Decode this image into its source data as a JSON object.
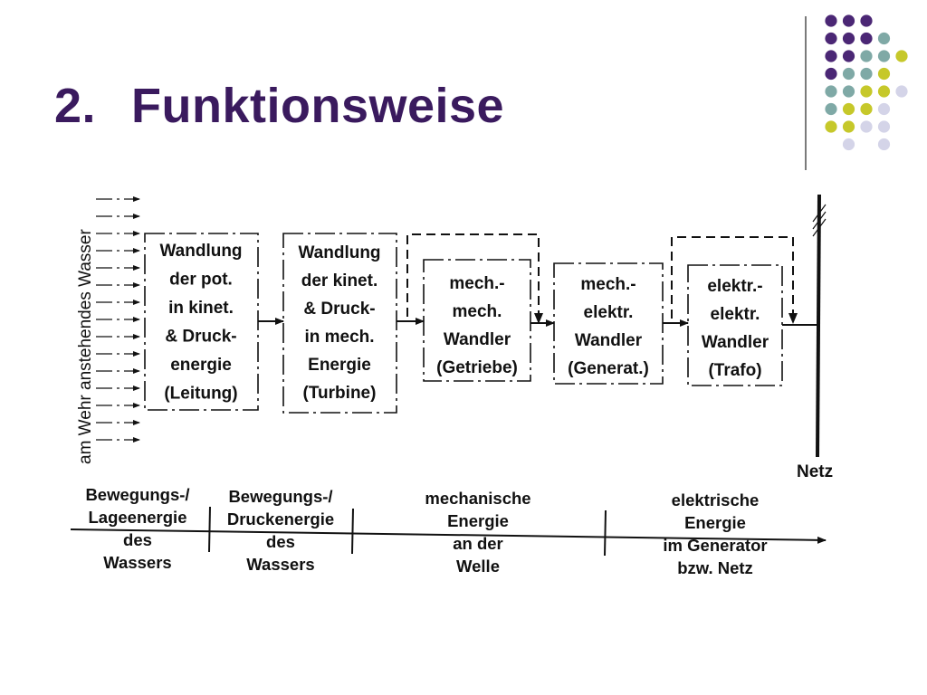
{
  "title": {
    "number": "2.",
    "text": "Funktionsweise"
  },
  "colors": {
    "title": "#3a1a5e",
    "purple": "#4b2775",
    "teal": "#7fa9a6",
    "olive": "#c6c82a",
    "lavender": "#d4d4e8"
  },
  "decor_dots": [
    [
      "purple",
      "purple",
      "purple",
      "",
      ""
    ],
    [
      "purple",
      "purple",
      "purple",
      "teal",
      ""
    ],
    [
      "purple",
      "purple",
      "teal",
      "teal",
      "olive"
    ],
    [
      "purple",
      "teal",
      "teal",
      "olive",
      ""
    ],
    [
      "teal",
      "teal",
      "olive",
      "olive",
      "lavender"
    ],
    [
      "teal",
      "olive",
      "olive",
      "lavender",
      ""
    ],
    [
      "olive",
      "olive",
      "lavender",
      "lavender",
      ""
    ],
    [
      "",
      "lavender",
      "",
      "lavender",
      ""
    ]
  ],
  "diagram": {
    "side_label": "am Wehr anstehendes Wasser",
    "boxes": [
      {
        "lines": [
          "Wandlung",
          "der pot.",
          "in kinet.",
          "& Druck-",
          "energie",
          "(Leitung)"
        ]
      },
      {
        "lines": [
          "Wandlung",
          "der kinet.",
          "& Druck-",
          "in mech.",
          "Energie",
          "(Turbine)"
        ]
      },
      {
        "lines": [
          "mech.-",
          "mech.",
          "Wandler",
          "(Getriebe)"
        ]
      },
      {
        "lines": [
          "mech.-",
          "elektr.",
          "Wandler",
          "(Generat.)"
        ]
      },
      {
        "lines": [
          "elektr.-",
          "elektr.",
          "Wandler",
          "(Trafo)"
        ]
      }
    ],
    "netz_label": "Netz",
    "stages": [
      {
        "lines": [
          "Bewegungs-/",
          "Lageenergie",
          "des",
          "Wassers"
        ]
      },
      {
        "lines": [
          "Bewegungs-/",
          "Druckenergie",
          "des",
          "Wassers"
        ]
      },
      {
        "lines": [
          "mechanische",
          "Energie",
          "an der",
          "Welle"
        ]
      },
      {
        "lines": [
          "elektrische",
          "Energie",
          "im Generator",
          "bzw. Netz"
        ]
      }
    ]
  }
}
